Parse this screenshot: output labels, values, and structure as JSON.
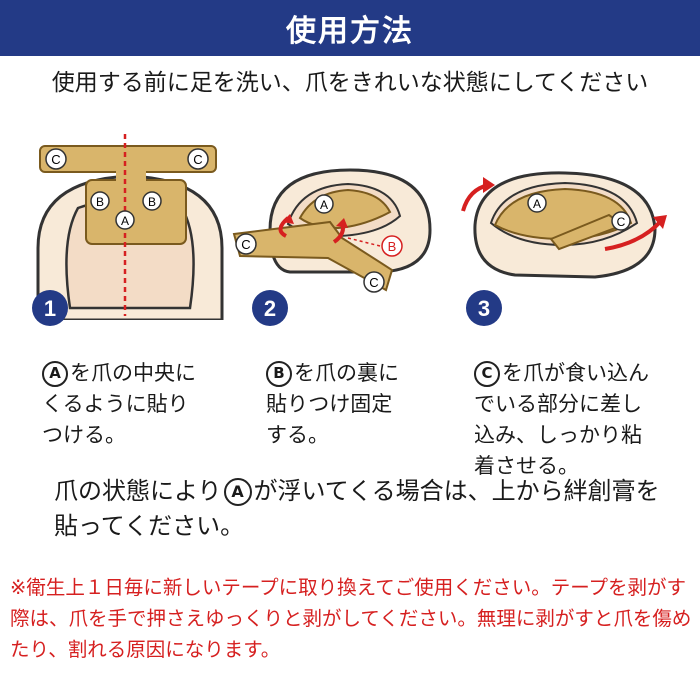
{
  "header": {
    "title": "使用方法"
  },
  "intro": "使用する前に足を洗い、爪をきれいな状態にしてください",
  "colors": {
    "header_bg": "#233a86",
    "badge": "#233a86",
    "tape_gold": "#d9b56b",
    "warning": "#d62020",
    "guide_line": "#d62020"
  },
  "labels": {
    "a": "A",
    "b": "B",
    "c": "C"
  },
  "steps": [
    {
      "number": "1",
      "letter": "A",
      "text": "を爪の中央に\nくるように貼り\nつける。"
    },
    {
      "number": "2",
      "letter": "B",
      "text": "を爪の裏に\n貼りつけ固定\nする。"
    },
    {
      "number": "3",
      "letter": "C",
      "text": "を爪が食い込ん\nでいる部分に差し\n込み、しっかり粘\n着させる。"
    }
  ],
  "note": {
    "before": "爪の状態により",
    "letter": "A",
    "after": "が浮いてくる場合は、上から絆創膏を貼ってください。"
  },
  "warning": "※衛生上１日毎に新しいテープに取り換えてご使用ください。テープを剥がす際は、爪を手で押さえゆっくりと剥がしてください。無理に剥がすと爪を傷めたり、割れる原因になります。"
}
